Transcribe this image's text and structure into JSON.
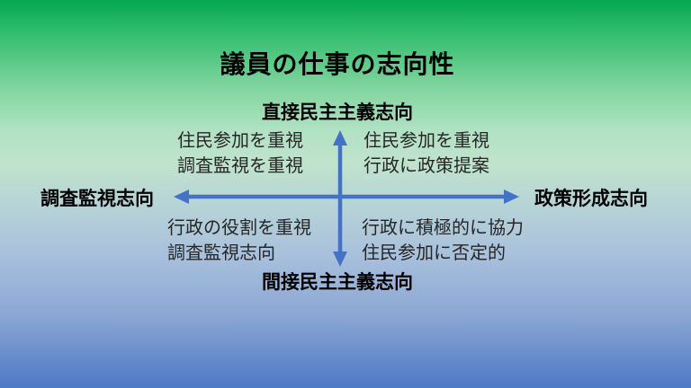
{
  "title": "議員の仕事の志向性",
  "diagram": {
    "axis_labels": {
      "top": "直接民主主義志向",
      "bottom": "間接民主主義志向",
      "left": "調査監視志向",
      "right": "政策形成志向"
    },
    "quadrants": {
      "top_left": {
        "line1": "住民参加を重視",
        "line2": "調査監視を重視"
      },
      "top_right": {
        "line1": "住民参加を重視",
        "line2": "行政に政策提案"
      },
      "bottom_left": {
        "line1": "行政の役割を重視",
        "line2": "調査監視志向"
      },
      "bottom_right": {
        "line1": "行政に積極的に協力",
        "line2": "住民参加に否定的"
      }
    },
    "colors": {
      "arrow": "#4472c4",
      "title_text": "#000000",
      "quadrant_text": "#262626",
      "background_top": "#05a750",
      "background_middle": "#bfe3cd",
      "background_bottom": "#4d79c5"
    }
  }
}
